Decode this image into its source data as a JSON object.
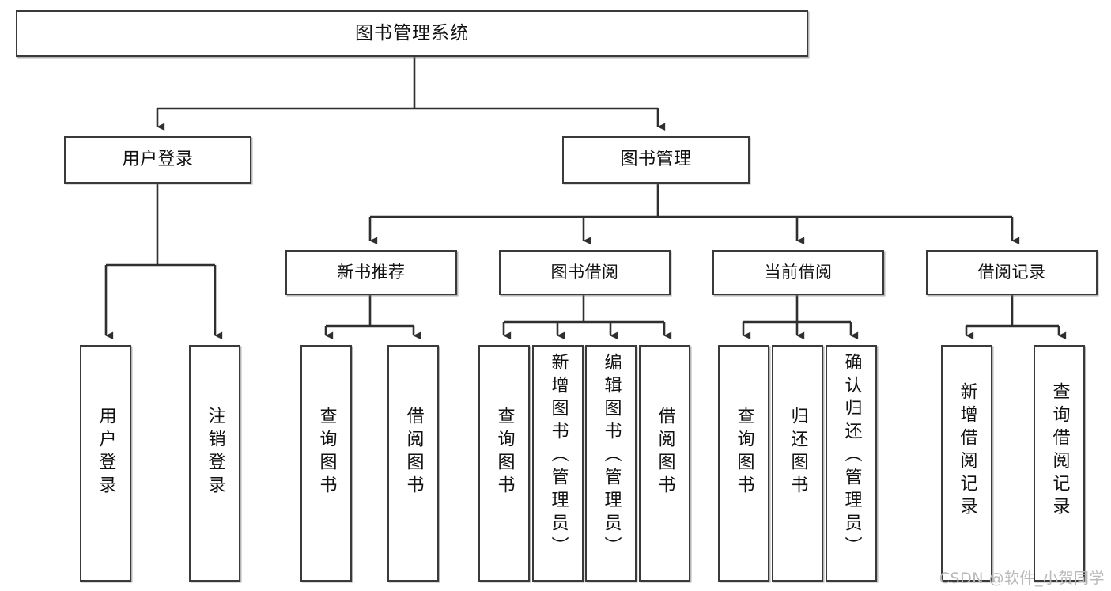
{
  "diagram": {
    "title": "图书管理系统",
    "watermark": "CSDN @软件_小贺同学",
    "stroke_color": "#3a3a3a",
    "background_color": "#ffffff",
    "text_color": "#111111",
    "watermark_color": "#b9b9b9"
  },
  "root": {
    "label": "图书管理系统"
  },
  "level2": [
    {
      "label": "用户登录"
    },
    {
      "label": "图书管理"
    }
  ],
  "level3": [
    {
      "label": "新书推荐"
    },
    {
      "label": "图书借阅"
    },
    {
      "label": "当前借阅"
    },
    {
      "label": "借阅记录"
    }
  ],
  "leaves": {
    "user_login": [
      {
        "label": "用户登录"
      },
      {
        "label": "注销登录"
      }
    ],
    "new_book": [
      {
        "label": "查询图书"
      },
      {
        "label": "借阅图书"
      }
    ],
    "borrow_book": [
      {
        "label": "查询图书"
      },
      {
        "label": "新增图书（管理员）"
      },
      {
        "label": "编辑图书（管理员）"
      },
      {
        "label": "借阅图书"
      }
    ],
    "current_borrow": [
      {
        "label": "查询图书"
      },
      {
        "label": "归还图书"
      },
      {
        "label": "确认归还（管理员）"
      }
    ],
    "borrow_record": [
      {
        "label": "新增借阅记录"
      },
      {
        "label": "查询借阅记录"
      }
    ]
  }
}
